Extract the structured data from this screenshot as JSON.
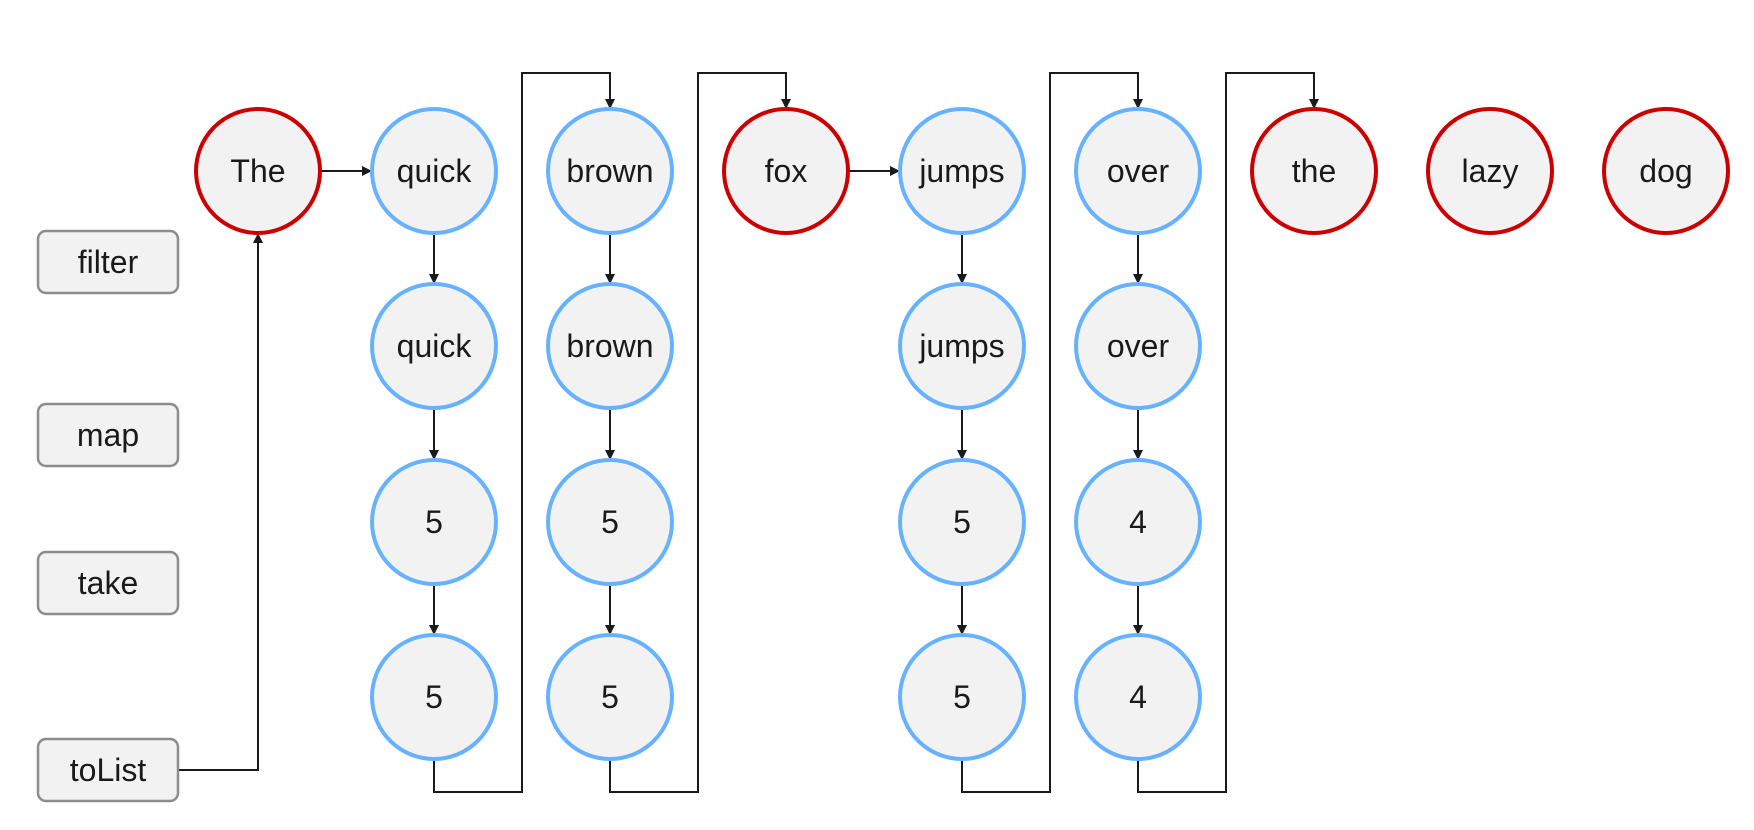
{
  "colors": {
    "filtered_stroke": "#cc0000",
    "passed_stroke": "#66b2ff",
    "node_fill": "#f2f2f2",
    "op_stroke": "#8c8c8c",
    "edge": "#1a1a1a"
  },
  "operations": [
    {
      "id": "filter",
      "label": "filter"
    },
    {
      "id": "map",
      "label": "map"
    },
    {
      "id": "take",
      "label": "take"
    },
    {
      "id": "tolist",
      "label": "toList"
    }
  ],
  "elements": [
    {
      "word": "The",
      "passed_filter": false,
      "stages": []
    },
    {
      "word": "quick",
      "passed_filter": true,
      "stages": [
        "quick",
        "5",
        "5"
      ]
    },
    {
      "word": "brown",
      "passed_filter": true,
      "stages": [
        "brown",
        "5",
        "5"
      ]
    },
    {
      "word": "fox",
      "passed_filter": false,
      "stages": []
    },
    {
      "word": "jumps",
      "passed_filter": true,
      "stages": [
        "jumps",
        "5",
        "5"
      ]
    },
    {
      "word": "over",
      "passed_filter": true,
      "stages": [
        "over",
        "4",
        "4"
      ]
    },
    {
      "word": "the",
      "passed_filter": false,
      "stages": []
    },
    {
      "word": "lazy",
      "passed_filter": false,
      "stages": []
    },
    {
      "word": "dog",
      "passed_filter": false,
      "stages": []
    }
  ]
}
